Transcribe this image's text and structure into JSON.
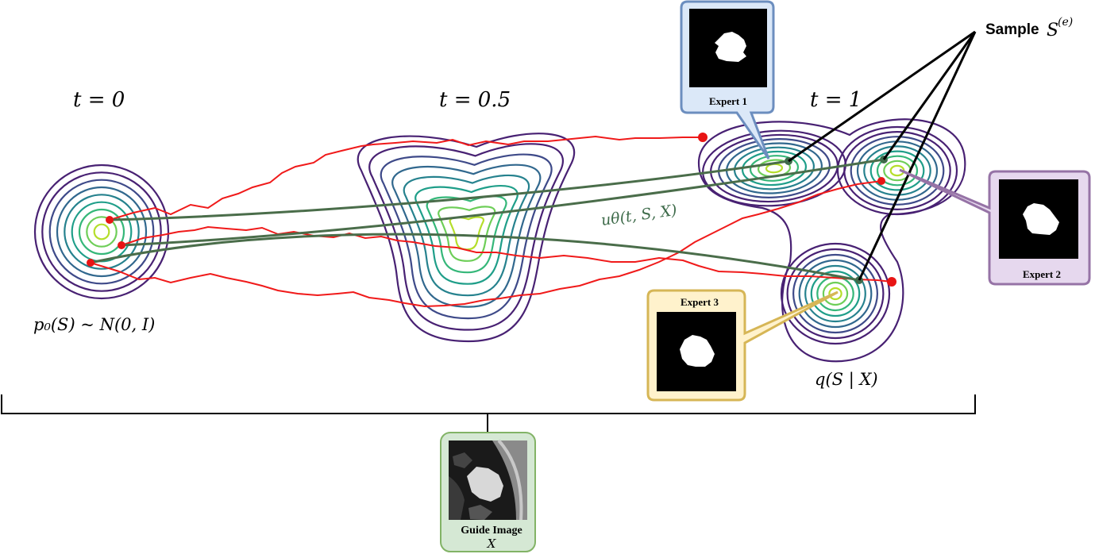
{
  "time_labels": {
    "t0": "t = 0",
    "t05": "t = 0.5",
    "t1": "t = 1"
  },
  "prior_label": "p₀(S) ~ N(0, I)",
  "target_label": "q(S | X)",
  "velocity_label": "uθ(t, S, X)",
  "sample_label": {
    "word": "Sample",
    "symbol": "S",
    "superscript": "(e)"
  },
  "experts": [
    {
      "label": "Expert 1",
      "color": "#dbe8f8",
      "border": "#6c8ebf"
    },
    {
      "label": "Expert 2",
      "color": "#e6d8ee",
      "border": "#9673a6"
    },
    {
      "label": "Expert 3",
      "color": "#fff2cc",
      "border": "#d6b656"
    }
  ],
  "guide": {
    "title": "Guide Image",
    "symbol": "X",
    "color": "#d5e8d4",
    "border": "#82b366"
  },
  "colors": {
    "noise_path": "#f01a1a",
    "flow_path": "#4a6d4a",
    "contour_outer": "#482173",
    "contour_inner": "#c2df23"
  }
}
